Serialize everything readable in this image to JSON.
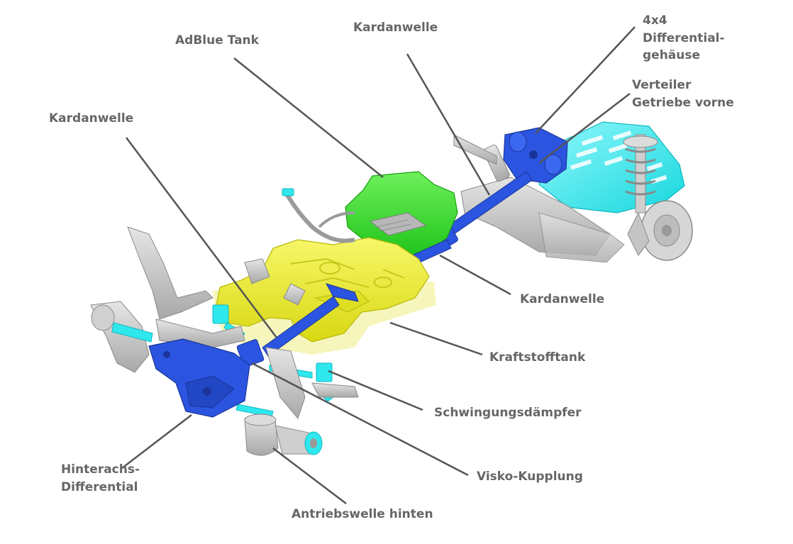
{
  "labels": {
    "adblue": "AdBlue Tank",
    "kardan_top": "Kardanwelle",
    "diff4x4_l1": "4x4",
    "diff4x4_l2": "Differential-",
    "diff4x4_l3": "gehäuse",
    "verteiler_l1": "Verteiler",
    "verteiler_l2": "Getriebe vorne",
    "kardan_left": "Kardanwelle",
    "kardan_right": "Kardanwelle",
    "kraftstoff": "Kraftstofftank",
    "schwingung": "Schwingungsdämpfer",
    "hinterachs_l1": "Hinterachs-",
    "hinterachs_l2": "Differential",
    "visko": "Visko-Kupplung",
    "antrieb": "Antriebswelle hinten"
  },
  "colors": {
    "label_text": "#666666",
    "leader_line": "#555555",
    "drivetrain_blue": "#1f4fd8",
    "fuel_tank_yellow": "#ecec2a",
    "adblue_green": "#33dd22",
    "skid_plate_cyan": "#2ee8ee",
    "chassis_grey": "#bdbdbd"
  }
}
